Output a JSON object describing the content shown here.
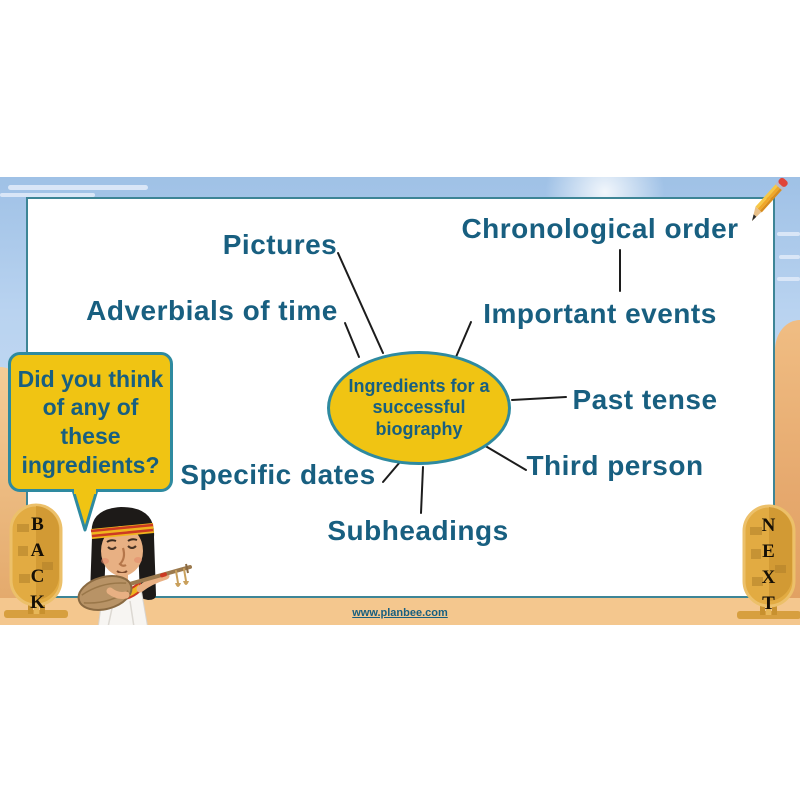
{
  "slide": {
    "center": {
      "label": "Ingredients for a successful biography"
    },
    "spokes": [
      {
        "label": "Pictures"
      },
      {
        "label": "Chronological order"
      },
      {
        "label": "Adverbials of time"
      },
      {
        "label": "Important events"
      },
      {
        "label": "Past tense"
      },
      {
        "label": "Third person"
      },
      {
        "label": "Specific dates"
      },
      {
        "label": "Subheadings"
      }
    ],
    "speech_bubble": {
      "text": "Did you think of any of these ingredients?"
    },
    "nav": {
      "back_label": "BACK",
      "next_label": "NEXT"
    },
    "footer": {
      "website": "www.planbee.com"
    },
    "icons": {
      "pencil": "pencil-icon"
    },
    "colors": {
      "accent_gold": "#f0c413",
      "teal_border": "#2e8aa0",
      "text_teal": "#185f80",
      "sky": "#b9d3f0",
      "sand": "#ecb67c",
      "strip": "#f4c78e"
    }
  }
}
